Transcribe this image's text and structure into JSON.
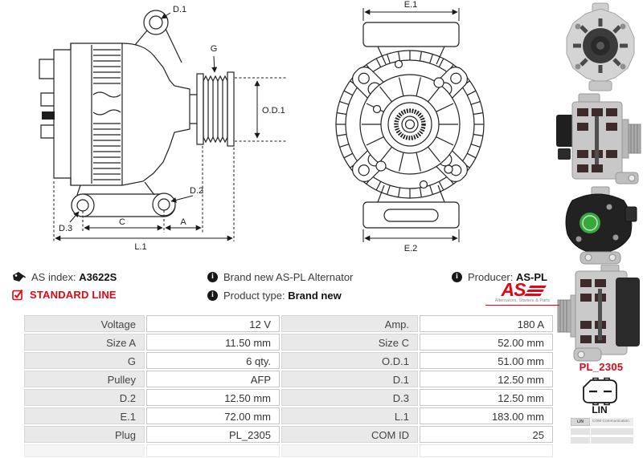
{
  "diagram": {
    "d1": "D.1",
    "g": "G",
    "od1": "O.D.1",
    "d2": "D.2",
    "d3": "D.3",
    "c": "C",
    "a": "A",
    "l1": "L.1",
    "e1": "E.1",
    "e2": "E.2"
  },
  "product": {
    "as_index_label": "AS index:",
    "as_index": "A3622S",
    "line_badge": "STANDARD LINE",
    "description": "Brand new AS-PL Alternator",
    "product_type_label": "Product type:",
    "product_type": "Brand new",
    "producer_label": "Producer:",
    "producer": "AS-PL",
    "logo_text": "AS",
    "logo_tagline": "Alternators, Starters & Parts"
  },
  "specs": {
    "rows": [
      {
        "label1": "Voltage",
        "value1": "12 V",
        "label2": "Amp.",
        "value2": "180 A"
      },
      {
        "label1": "Size A",
        "value1": "11.50 mm",
        "label2": "Size C",
        "value2": "52.00 mm"
      },
      {
        "label1": "G",
        "value1": "6 qty.",
        "label2": "O.D.1",
        "value2": "51.00 mm"
      },
      {
        "label1": "Pulley",
        "value1": "AFP",
        "label2": "D.1",
        "value2": "12.50 mm"
      },
      {
        "label1": "D.2",
        "value1": "12.50 mm",
        "label2": "D.3",
        "value2": "12.50 mm"
      },
      {
        "label1": "E.1",
        "value1": "72.00 mm",
        "label2": "L.1",
        "value2": "183.00 mm"
      },
      {
        "label1": "Plug",
        "value1": "PL_2305",
        "label2": "COM ID",
        "value2": "25"
      }
    ]
  },
  "plug": {
    "name": "PL_2305",
    "type": "LIN",
    "com_header": "LIN",
    "com_text": "COM Communication"
  },
  "colors": {
    "accent_red": "#e30613",
    "drawing_ink": "#1a1a1a",
    "table_label_bg": "#e9e9e9",
    "table_border": "#c6c6c6"
  }
}
